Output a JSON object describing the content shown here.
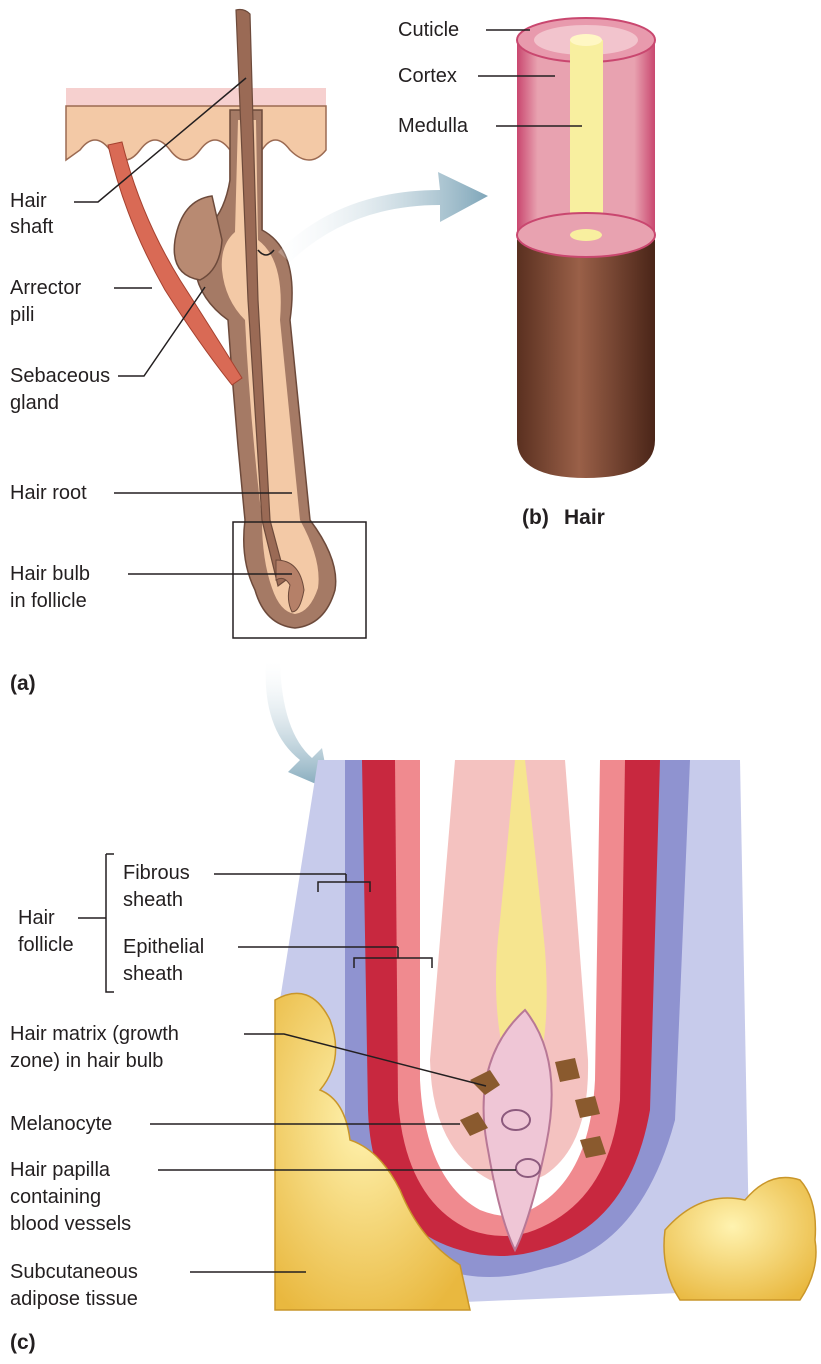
{
  "panel_a": {
    "letter": "(a)",
    "labels": {
      "hair_shaft_1": "Hair",
      "hair_shaft_2": "shaft",
      "arrector_1": "Arrector",
      "arrector_2": "pili",
      "sebaceous_1": "Sebaceous",
      "sebaceous_2": "gland",
      "hair_root": "Hair root",
      "hair_bulb_1": "Hair bulb",
      "hair_bulb_2": "in follicle"
    }
  },
  "panel_b": {
    "letter": "(b)",
    "title": "Hair",
    "labels": {
      "cuticle": "Cuticle",
      "cortex": "Cortex",
      "medulla": "Medulla"
    }
  },
  "panel_c": {
    "letter": "(c)",
    "labels": {
      "hair_follicle_1": "Hair",
      "hair_follicle_2": "follicle",
      "fibrous_1": "Fibrous",
      "fibrous_2": "sheath",
      "epithelial_1": "Epithelial",
      "epithelial_2": "sheath",
      "matrix_1": "Hair matrix (growth",
      "matrix_2": "zone) in hair bulb",
      "melanocyte": "Melanocyte",
      "papilla_1": "Hair papilla",
      "papilla_2": "containing",
      "papilla_3": "blood vessels",
      "adipose_1": "Subcutaneous",
      "adipose_2": "adipose tissue"
    }
  },
  "colors": {
    "skin": "#f2c9a3",
    "dermis": "#e8b48f",
    "follicle": "#a57a65",
    "muscle": "#d96a55",
    "cuticle": "#c9476f",
    "cortex": "#e8a2b0",
    "medulla": "#f8ef9f",
    "hair_shaft_brown": "#6b3d2a",
    "sheath_red": "#c8283f",
    "connective_blue": "#9fa3d8",
    "adipose_yellow": "#f5d26a",
    "melanocyte": "#8a5a2e",
    "arrow": "#8fb3c4"
  }
}
